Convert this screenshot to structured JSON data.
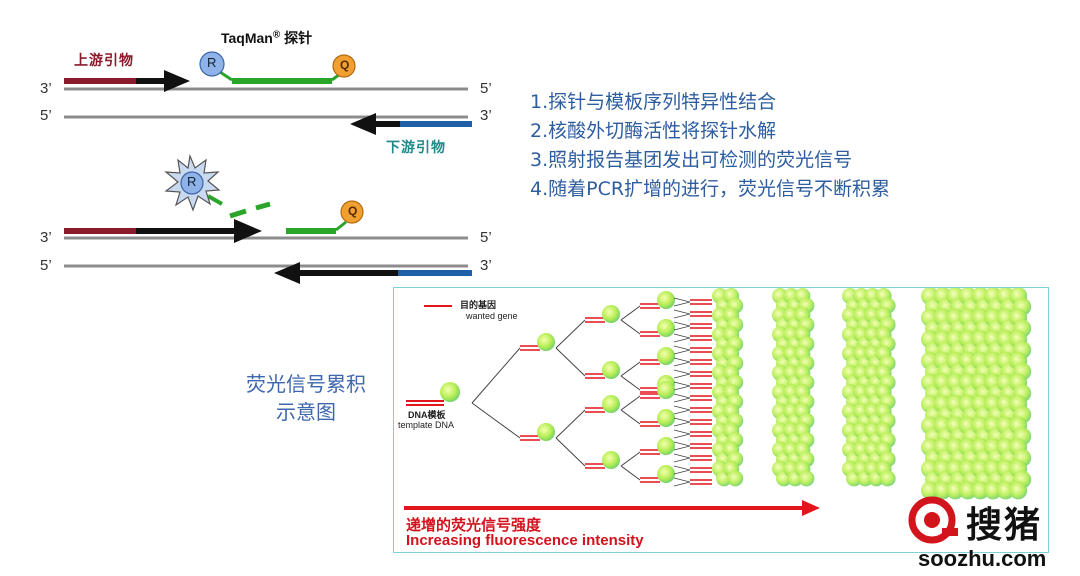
{
  "probe": {
    "title": "TaqMan",
    "mark": "®",
    "suffix": " 探针",
    "reporter": "R",
    "quencher": "Q"
  },
  "primers": {
    "upstream": "上游引物",
    "downstream": "下游引物"
  },
  "ends": {
    "three": "3’",
    "five": "5’"
  },
  "steps": [
    "1.探针与模板序列特异性结合",
    "2.核酸外切酶活性将探针水解",
    "3.照射报告基团发出可检测的荧光信号",
    "4.随着PCR扩增的进行，荧光信号不断积累"
  ],
  "caption": {
    "line1": "荧光信号累积",
    "line2": "示意图"
  },
  "figure": {
    "legend_cn": "目的基因",
    "legend_en": "wanted gene",
    "template_cn": "DNA模板",
    "template_en": "template DNA",
    "arrow_cn": "递增的荧光信号强度",
    "arrow_en": "Increasing fluorescence intensity"
  },
  "watermark": {
    "brand": "搜猪",
    "url": "soozhu.com"
  },
  "colors": {
    "upstream_primer": "#8b1a2b",
    "downstream_primer": "#1f5fa8",
    "upstream_label": "#8b1a2b",
    "downstream_label": "#1f8a8a",
    "probe": "#2aa52a",
    "strand": "#8c8c8c",
    "reporter": "#8fb3e8",
    "quencher": "#f0a030",
    "fluorescence": "#bff05a",
    "arrow": "#e2141c"
  }
}
